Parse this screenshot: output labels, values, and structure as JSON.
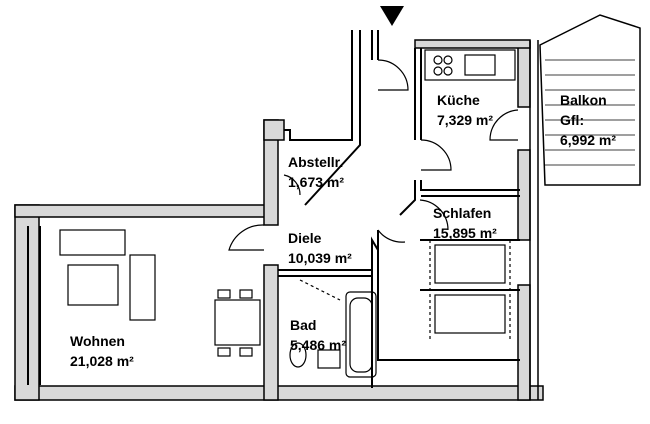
{
  "rooms": [
    {
      "id": "kueche",
      "name": "Küche",
      "area": "7,329 m²"
    },
    {
      "id": "balkon",
      "name": "Balkon",
      "extra": "Gfl:",
      "area": "6,992 m²"
    },
    {
      "id": "abstellraum",
      "name": "Abstellr.",
      "area": "1,673 m²"
    },
    {
      "id": "schlafen",
      "name": "Schlafen",
      "area": "15,895 m²"
    },
    {
      "id": "diele",
      "name": "Diele",
      "area": "10,039 m²"
    },
    {
      "id": "bad",
      "name": "Bad",
      "area": "5,486 m²"
    },
    {
      "id": "wohnen",
      "name": "Wohnen",
      "area": "21,028 m²"
    }
  ],
  "entrance_icon": "triangle-down-arrow",
  "colors": {
    "line": "#000000",
    "wall_fill": "#d8d8d8",
    "background": "#ffffff"
  }
}
